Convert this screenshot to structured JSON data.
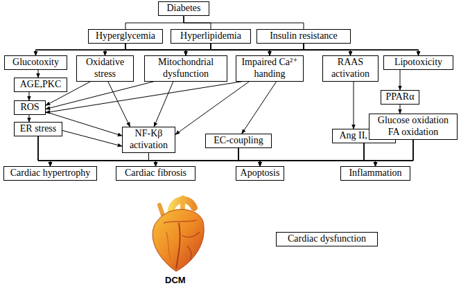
{
  "diagram": {
    "nodes": [
      {
        "text": [
          "Diabetes"
        ]
      },
      {
        "text": [
          "Hyperglycemia"
        ]
      },
      {
        "text": [
          "Hyperlipidemia"
        ]
      },
      {
        "text": [
          "Insulin resistance"
        ]
      },
      {
        "text": [
          "Glucotoxity"
        ]
      },
      {
        "text": [
          "Oxidative stress"
        ]
      },
      {
        "text": [
          "Mitochondrial dysfunction"
        ]
      },
      {
        "text": [
          "Impaired Ca²⁺ handing"
        ]
      },
      {
        "text": [
          "RAAS activation"
        ]
      },
      {
        "text": [
          "Lipotoxicity"
        ]
      },
      {
        "text": [
          "AGE,PKC"
        ]
      },
      {
        "text": [
          "ROS"
        ]
      },
      {
        "text": [
          "ER stress"
        ]
      },
      {
        "text": [
          "NF-Kβ activation"
        ]
      },
      {
        "text": [
          "EC-coupling"
        ]
      },
      {
        "text": [
          "Ang II, ADS"
        ]
      },
      {
        "text": [
          "PPARα"
        ]
      },
      {
        "text": [
          "Glucose oxidation FA oxidation"
        ]
      },
      {
        "text": [
          "Cardiac hypertrophy"
        ]
      },
      {
        "text": [
          "Cardiac fibrosis"
        ]
      },
      {
        "text": [
          "Apoptosis"
        ]
      },
      {
        "text": [
          "Inflammation"
        ]
      },
      {
        "text": [
          "Cardiac dysfunction"
        ]
      }
    ],
    "edges": [
      {
        "from": 0,
        "to": 1,
        "arrow": "none"
      },
      {
        "from": 0,
        "to": 2,
        "arrow": "none"
      },
      {
        "from": 0,
        "to": 3,
        "arrow": "none"
      },
      {
        "from": 1,
        "to": 4,
        "arrow": "to"
      },
      {
        "from": 1,
        "to": 5,
        "arrow": "to"
      },
      {
        "from": 1,
        "to": 6,
        "arrow": "to"
      },
      {
        "from": 1,
        "to": 7,
        "arrow": "to"
      },
      {
        "from": 1,
        "to": 8,
        "arrow": "to"
      },
      {
        "from": 1,
        "to": 9,
        "arrow": "to"
      },
      {
        "from": 2,
        "to": 4,
        "arrow": "to"
      },
      {
        "from": 2,
        "to": 5,
        "arrow": "to"
      },
      {
        "from": 2,
        "to": 6,
        "arrow": "to"
      },
      {
        "from": 2,
        "to": 7,
        "arrow": "to"
      },
      {
        "from": 2,
        "to": 8,
        "arrow": "to"
      },
      {
        "from": 2,
        "to": 9,
        "arrow": "to"
      },
      {
        "from": 3,
        "to": 4,
        "arrow": "to"
      },
      {
        "from": 3,
        "to": 5,
        "arrow": "to"
      },
      {
        "from": 3,
        "to": 6,
        "arrow": "to"
      },
      {
        "from": 3,
        "to": 7,
        "arrow": "to"
      },
      {
        "from": 3,
        "to": 8,
        "arrow": "to"
      },
      {
        "from": 3,
        "to": 9,
        "arrow": "to"
      },
      {
        "from": 4,
        "to": 10,
        "arrow": "to"
      },
      {
        "from": 10,
        "to": 11,
        "arrow": "to"
      },
      {
        "from": 5,
        "to": 11,
        "arrow": "to"
      },
      {
        "from": 6,
        "to": 11,
        "arrow": "to"
      },
      {
        "from": 7,
        "to": 11,
        "arrow": "to"
      },
      {
        "from": 5,
        "to": 13,
        "arrow": "to"
      },
      {
        "from": 6,
        "to": 13,
        "arrow": "to"
      },
      {
        "from": 7,
        "to": 13,
        "arrow": "to"
      },
      {
        "from": 11,
        "to": 13,
        "arrow": "to"
      },
      {
        "from": 11,
        "to": 12,
        "arrow": "to"
      },
      {
        "from": 12,
        "to": 13,
        "arrow": "to"
      },
      {
        "from": 7,
        "to": 14,
        "arrow": "to"
      },
      {
        "from": 8,
        "to": 15,
        "arrow": "to"
      },
      {
        "from": 9,
        "to": 16,
        "arrow": "to"
      },
      {
        "from": 16,
        "to": 17,
        "arrow": "to"
      },
      {
        "from": 12,
        "to": 18,
        "arrow": "to"
      },
      {
        "from": 12,
        "to": 19,
        "arrow": "to"
      },
      {
        "from": 12,
        "to": 20,
        "arrow": "to"
      },
      {
        "from": 12,
        "to": 21,
        "arrow": "to"
      },
      {
        "from": 13,
        "to": 18,
        "arrow": "to"
      },
      {
        "from": 13,
        "to": 19,
        "arrow": "to"
      },
      {
        "from": 13,
        "to": 20,
        "arrow": "to"
      },
      {
        "from": 13,
        "to": 21,
        "arrow": "to"
      },
      {
        "from": 14,
        "to": 18,
        "arrow": "to"
      },
      {
        "from": 14,
        "to": 19,
        "arrow": "to"
      },
      {
        "from": 14,
        "to": 20,
        "arrow": "to"
      },
      {
        "from": 14,
        "to": 21,
        "arrow": "to"
      },
      {
        "from": 15,
        "to": 18,
        "arrow": "to"
      },
      {
        "from": 15,
        "to": 19,
        "arrow": "to"
      },
      {
        "from": 15,
        "to": 20,
        "arrow": "to"
      },
      {
        "from": 15,
        "to": 21,
        "arrow": "to"
      },
      {
        "from": 17,
        "to": 18,
        "arrow": "to"
      },
      {
        "from": 17,
        "to": 19,
        "arrow": "to"
      },
      {
        "from": 17,
        "to": 20,
        "arrow": "to"
      },
      {
        "from": 17,
        "to": 21,
        "arrow": "to"
      }
    ],
    "labels": [
      "DCM"
    ]
  }
}
